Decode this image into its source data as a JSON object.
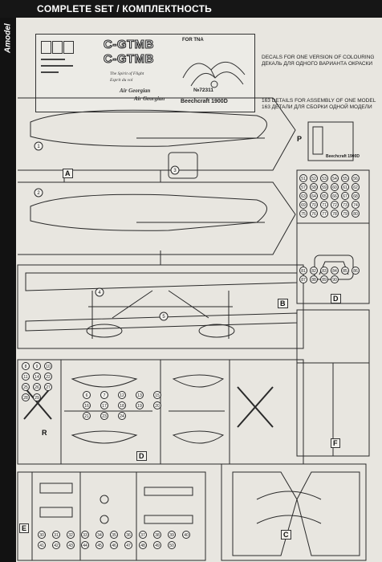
{
  "header": {
    "title": "COMPLETE SET / КОМПЛЕКТНОСТЬ"
  },
  "brand": {
    "logo_text": "Amodel"
  },
  "decals": {
    "note_en": "DECALS FOR ONE VERSION OF COLOURING",
    "note_ru": "ДЕКАЛЬ ДЛЯ ОДНОГО ВАРИАНТА ОКРАСКИ",
    "registration": "C-GTMB",
    "script_lines": [
      "The Spirit of Flight",
      "Esprit du vol"
    ],
    "callout": "Air Georgian",
    "tail_code": "FOR TNA",
    "kit_number": "№72311",
    "model_name": "Beechcraft 1900D"
  },
  "details_note": {
    "line_en": "163 DETAILS FOR ASSEMBLY OF ONE MODEL",
    "line_ru": "163 ДЕТАЛИ ДЛЯ СБОРКИ ОДНОЙ МОДЕЛИ"
  },
  "frames": {
    "A": "A",
    "B": "B",
    "C": "C",
    "D": "D",
    "E": "E",
    "F": "F",
    "P": "P",
    "R": "R"
  },
  "parts_P": {
    "model_name": "Beechcraft 1900D"
  },
  "part_numbers": {
    "fuselage": [
      "1",
      "2",
      "3"
    ],
    "wing": [
      "4",
      "5"
    ],
    "frame_r_left": [
      "8",
      "9",
      "10",
      "11",
      "14",
      "22",
      "25",
      "26",
      "27",
      "28",
      "29"
    ],
    "frame_r_center": [
      "6",
      "7",
      "12",
      "13",
      "15",
      "16",
      "17",
      "18",
      "19",
      "20",
      "21",
      "23",
      "24"
    ],
    "frame_e": [
      "30",
      "31",
      "32",
      "33",
      "34",
      "35",
      "36",
      "37",
      "38",
      "39",
      "40",
      "41",
      "42",
      "43",
      "44",
      "45",
      "46",
      "47",
      "48",
      "49",
      "50"
    ],
    "frame_d_right": [
      "51",
      "52",
      "53",
      "54",
      "55",
      "56",
      "57",
      "58",
      "59",
      "60",
      "61",
      "62",
      "63",
      "64",
      "65",
      "66",
      "67",
      "68",
      "69",
      "70",
      "71",
      "72",
      "73",
      "74",
      "75",
      "76",
      "77",
      "78",
      "79",
      "80",
      "81",
      "82",
      "83",
      "84",
      "85",
      "86",
      "87",
      "88",
      "89",
      "90"
    ]
  },
  "colors": {
    "header_bg": "#161616",
    "sheet_bg": "#e8e6e0",
    "line": "#2a2a2a"
  }
}
